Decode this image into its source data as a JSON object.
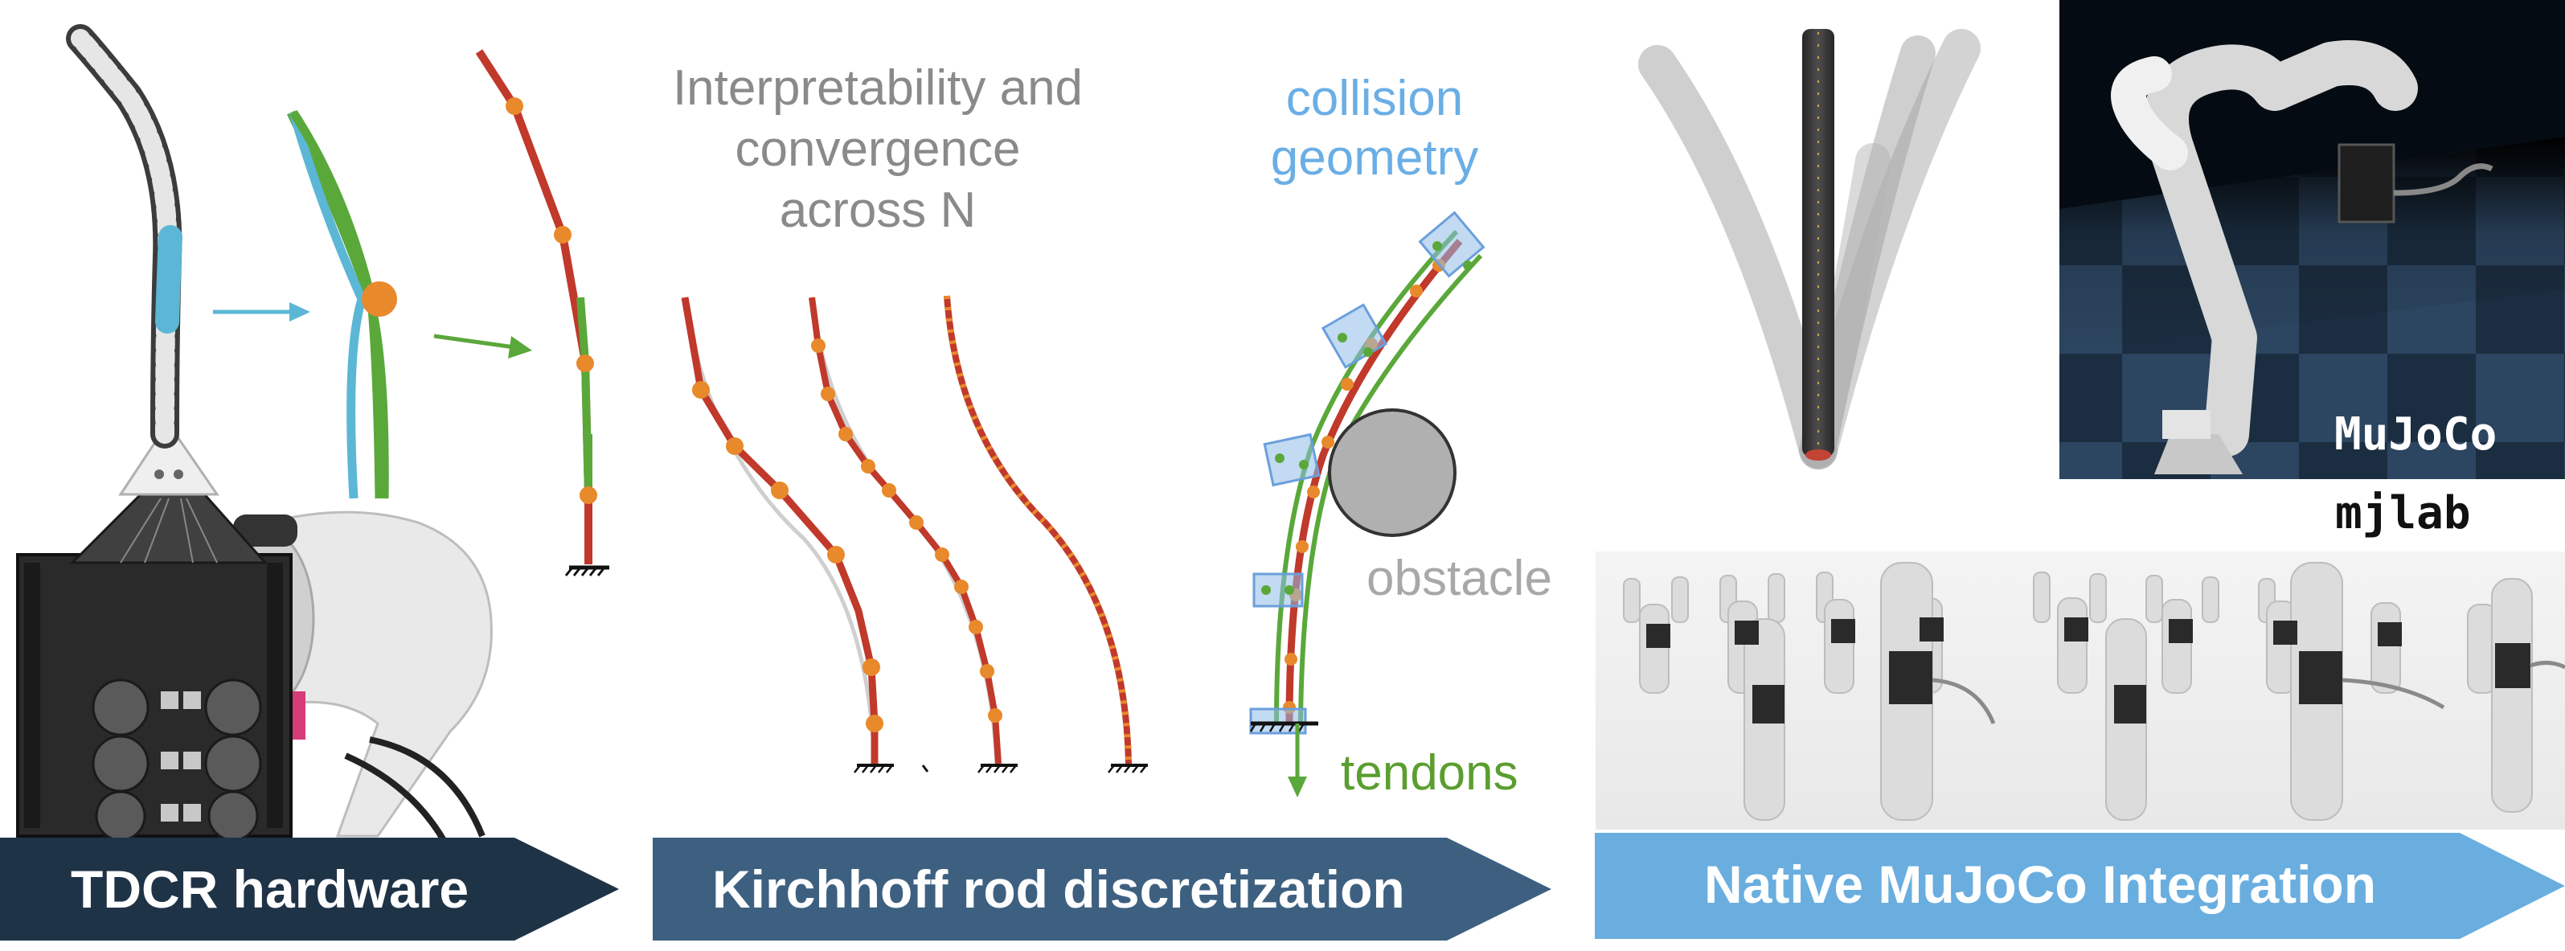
{
  "panels": {
    "hardware": {
      "arrow_label": "TDCR hardware",
      "arrow_color": "#1f3347"
    },
    "discretization": {
      "arrow_label": "Kirchhoff rod discretization",
      "arrow_color": "#3e6080",
      "caption_lines": [
        "Interpretability and",
        "convergence",
        "across N"
      ],
      "collision_lines": [
        "collision",
        "geometry"
      ],
      "obstacle_label": "obstacle",
      "tendons_label": "tendons"
    },
    "integration": {
      "arrow_label": "Native MuJoCo Integration",
      "arrow_color": "#6aaee0",
      "mujoco_label": "MuJoCo",
      "mjlab_label": "mjlab"
    }
  },
  "colors": {
    "rod_red": "#c0392b",
    "node_orange": "#e8892b",
    "tendon_green": "#5aa83a",
    "robot_cyan": "#5bb7d5",
    "obstacle_gray": "#a8a8a8"
  }
}
